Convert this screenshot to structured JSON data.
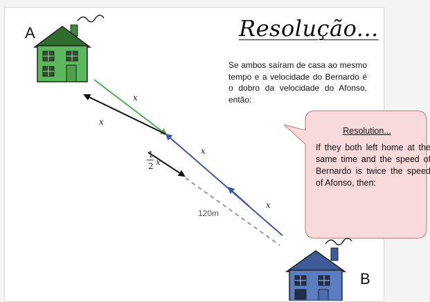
{
  "title": "Resolução...",
  "portuguese_text": "Se ambos saíram de casa ao mesmo tempo e a velocidade do Bernardo é o dobro da velocidade do Afonso, então:",
  "bubble": {
    "title": "Resolution...",
    "text": "If they both left home at the same time and the speed of Bernardo is twice the speed of Afonso, then:"
  },
  "houses": {
    "a": {
      "label": "A",
      "color": "#5cb85c"
    },
    "b": {
      "label": "B",
      "color": "#5b7ec2"
    }
  },
  "labels": {
    "green_segment": "x",
    "black_segment": "x",
    "blue_segment_1": "x",
    "blue_segment_2": "x",
    "half_numerator": "1",
    "half_denominator": "2",
    "half_var": "x",
    "distance": "120m"
  },
  "colors": {
    "green_arrow": "#4caf50",
    "blue_arrow": "#3a56a8",
    "black_arrow": "#111111",
    "dashed_line": "#999999",
    "bubble_fill": "#f8dada",
    "bubble_stroke": "#c58e8e"
  }
}
